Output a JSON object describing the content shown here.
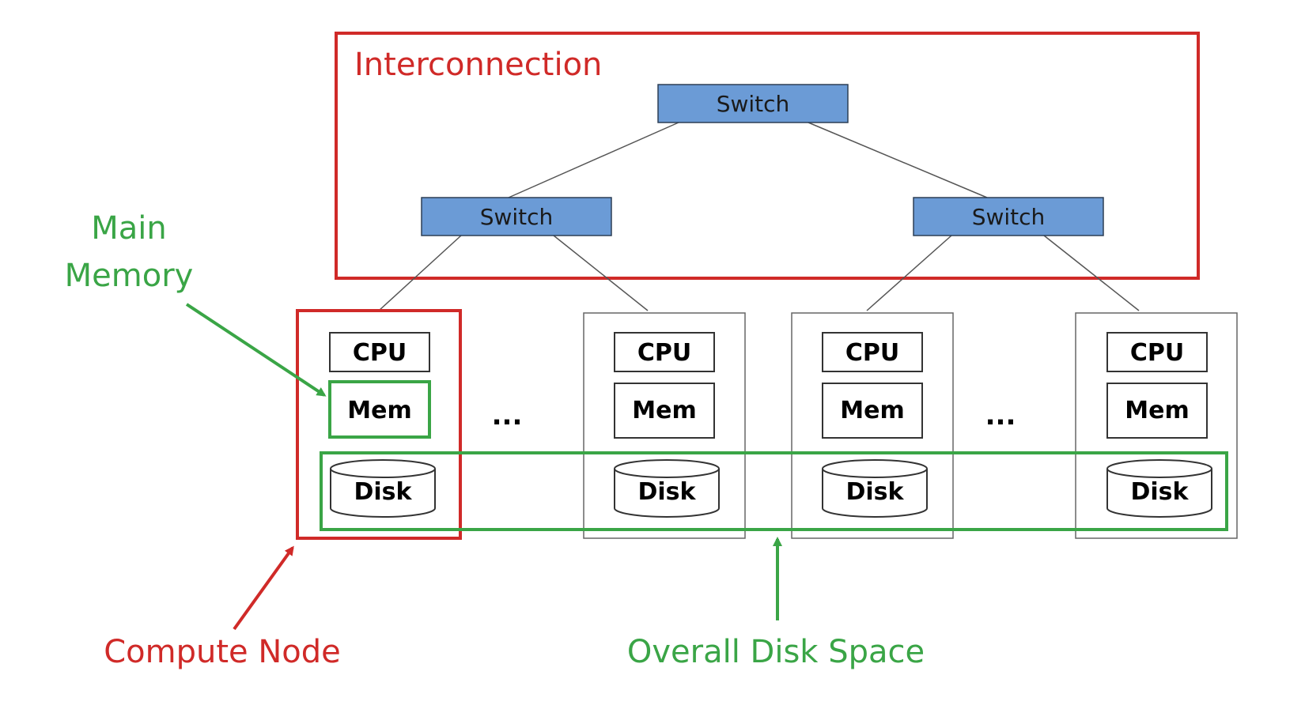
{
  "labels": {
    "interconnection": "Interconnection",
    "main_memory_line1": "Main",
    "main_memory_line2": "Memory",
    "compute_node": "Compute Node",
    "overall_disk_space": "Overall Disk Space"
  },
  "switches": {
    "top": "Switch",
    "left": "Switch",
    "right": "Switch"
  },
  "nodes": [
    {
      "cpu": "CPU",
      "mem": "Mem",
      "disk": "Disk"
    },
    {
      "cpu": "CPU",
      "mem": "Mem",
      "disk": "Disk"
    },
    {
      "cpu": "CPU",
      "mem": "Mem",
      "disk": "Disk"
    },
    {
      "cpu": "CPU",
      "mem": "Mem",
      "disk": "Disk"
    }
  ],
  "ellipses": [
    "...",
    "..."
  ],
  "colors": {
    "red": "#d02a28",
    "green": "#3aa546",
    "switch_fill": "#6b9bd6"
  }
}
